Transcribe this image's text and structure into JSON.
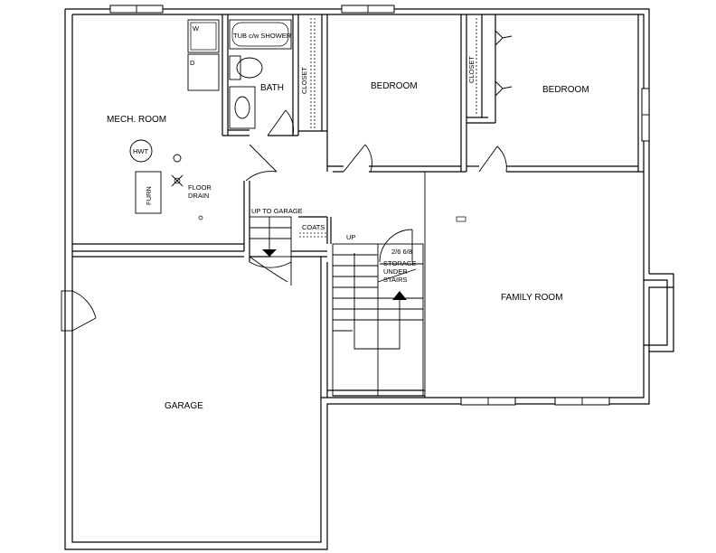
{
  "rooms": {
    "mech_room": "MECH. ROOM",
    "bath": "BATH",
    "bedroom_1": "BEDROOM",
    "bedroom_2": "BEDROOM",
    "family_room": "FAMILY ROOM",
    "garage": "GARAGE"
  },
  "fixtures": {
    "tub": "TUB c/w SHOWER",
    "washer": "W",
    "dryer": "D",
    "water_heater": "HWT",
    "furnace": "FURN",
    "floor_drain_line1": "FLOOR",
    "floor_drain_line2": "DRAIN",
    "closet_1": "CLOSET",
    "closet_2": "CLOSET",
    "coats": "COATS",
    "up_to_garage": "UP TO GARAGE",
    "stair_up": "UP",
    "door_size": "2/6 6/8",
    "storage_line1": "STORAGE",
    "storage_line2": "UNDER",
    "storage_line3": "STAIRS"
  }
}
